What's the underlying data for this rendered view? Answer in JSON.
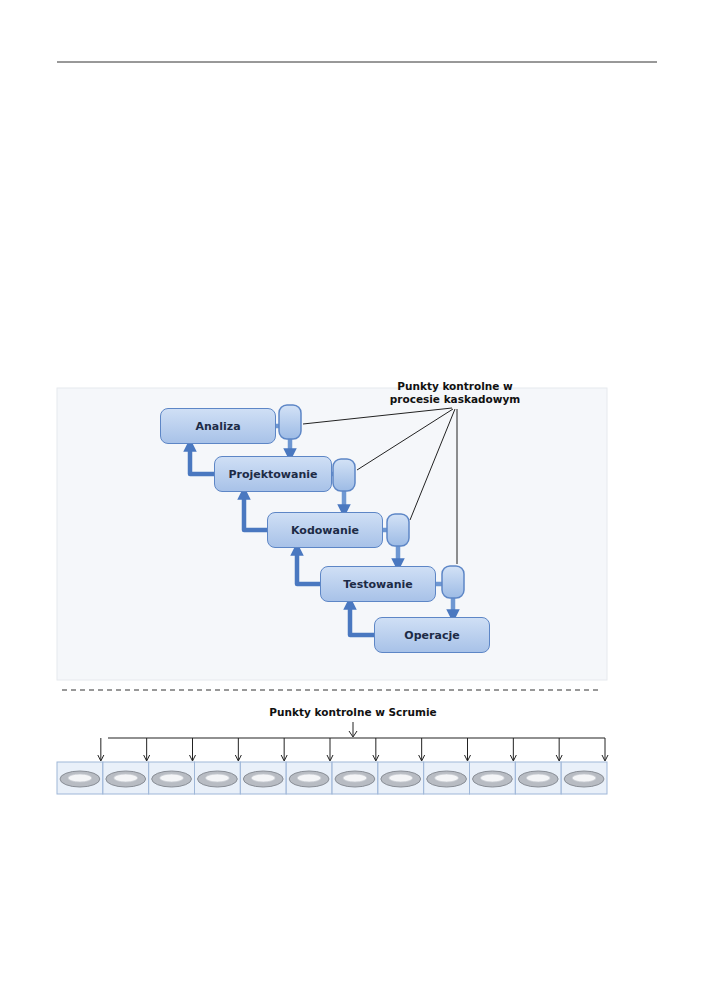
{
  "diagram": {
    "nodes": [
      {
        "text": [
          "Analiza"
        ]
      },
      {
        "text": [
          "Projektowanie"
        ]
      },
      {
        "text": [
          "Kodowanie"
        ]
      },
      {
        "text": [
          "Testowanie"
        ]
      },
      {
        "text": [
          "Operacje"
        ]
      }
    ],
    "edges": [
      {
        "from": 0,
        "to": 1,
        "arrow": "to"
      },
      {
        "from": 1,
        "to": 0,
        "arrow": "to"
      },
      {
        "from": 1,
        "to": 2,
        "arrow": "to"
      },
      {
        "from": 2,
        "to": 1,
        "arrow": "to"
      },
      {
        "from": 2,
        "to": 3,
        "arrow": "to"
      },
      {
        "from": 3,
        "to": 2,
        "arrow": "to"
      },
      {
        "from": 3,
        "to": 4,
        "arrow": "to"
      },
      {
        "from": 4,
        "to": 3,
        "arrow": "to"
      }
    ],
    "labels": [
      "Punkty kontrolne w procesie kaskadowym",
      "Punkty kontrolne w Scrumie"
    ]
  }
}
